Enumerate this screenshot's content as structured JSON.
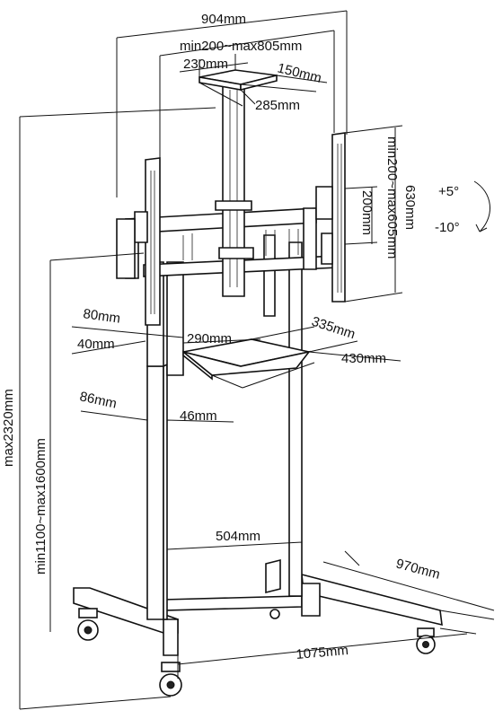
{
  "dimensions": {
    "overall_width": "904mm",
    "vesa_width_range": "min200~max805mm",
    "top_plate_width": "230mm",
    "top_plate_depth": "150mm",
    "top_plate_length": "285mm",
    "vesa_height": "630mm",
    "vesa_height_range": "min200~max605mm",
    "bracket_height": "200mm",
    "shelf_offset_upper": "80mm",
    "shelf_offset_lower": "40mm",
    "shelf_width": "290mm",
    "shelf_depth": "335mm",
    "shelf_length": "430mm",
    "column_offset": "86mm",
    "column_width": "46mm",
    "base_inner_width": "504mm",
    "base_depth": "970mm",
    "base_width": "1075mm",
    "max_height": "max2320mm",
    "height_range": "min1100~max1600mm"
  },
  "tilt": {
    "up": "+5°",
    "down": "-10°"
  }
}
